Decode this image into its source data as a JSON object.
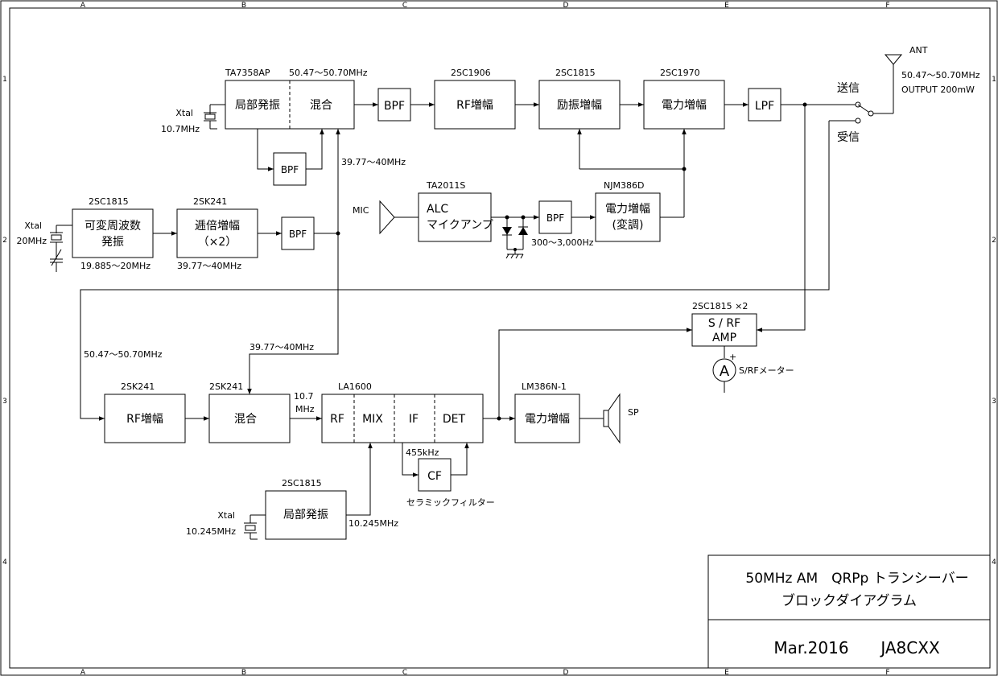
{
  "grid": {
    "columns": [
      "A",
      "B",
      "C",
      "D",
      "E",
      "F"
    ],
    "rows": [
      "1",
      "2",
      "3",
      "4"
    ]
  },
  "blocks": {
    "tx_osc_mix": {
      "part": "TA7358AP",
      "left": "局部発振",
      "right": "混合"
    },
    "tx_bpf1": {
      "label": "BPF"
    },
    "rf_amp_tx": {
      "part": "2SC1906",
      "label": "RF増幅"
    },
    "driver": {
      "part": "2SC1815",
      "label": "励振増幅"
    },
    "power_tx": {
      "part": "2SC1970",
      "label": "電力増幅"
    },
    "lpf": {
      "label": "LPF"
    },
    "lo_bpf": {
      "label": "BPF"
    },
    "vfo": {
      "part": "2SC1815",
      "line1": "可変周波数",
      "line2": "発振",
      "freq": "19.885～20MHz"
    },
    "doubler": {
      "part": "2SK241",
      "line1": "逓倍増幅",
      "line2": "（×2）",
      "freq": "39.77～40MHz"
    },
    "vfo_bpf": {
      "label": "BPF"
    },
    "alc": {
      "part": "TA2011S",
      "line1": "ALC",
      "line2": "マイクアンプ"
    },
    "mic_bpf": {
      "label": "BPF",
      "freq": "300～3,000Hz"
    },
    "modulator": {
      "part": "NJM386D",
      "line1": "電力増幅",
      "line2": "(変調)"
    },
    "meter_amp": {
      "part": "2SC1815 ×2",
      "line1": "S / RF",
      "line2": "AMP"
    },
    "rf_amp_rx": {
      "part": "2SK241",
      "label": "RF増幅"
    },
    "mixer_rx": {
      "part": "2SK241",
      "label": "混合"
    },
    "la1600": {
      "part": "LA1600",
      "s1": "RF",
      "s2": "MIX",
      "s3": "IF",
      "s4": "DET"
    },
    "af_amp": {
      "part": "LM386N-1",
      "label": "電力増幅"
    },
    "cf": {
      "label": "CF",
      "freq": "455kHz",
      "name": "セラミックフィルター"
    },
    "lo_rx": {
      "part": "2SC1815",
      "label": "局部発振",
      "freq": "10.245MHz"
    }
  },
  "labels": {
    "xtal1": "Xtal",
    "xtal1_freq": "10.7MHz",
    "xtal2": "Xtal",
    "xtal2_freq": "20MHz",
    "xtal3": "Xtal",
    "xtal3_freq": "10.245MHz",
    "tx_freq": "50.47～50.70MHz",
    "lo_freq": "39.77～40MHz",
    "rx_in_freq": "50.47～50.70MHz",
    "rx_lo_freq": "39.77～40MHz",
    "if1": "10.7",
    "if1_unit": "MHz",
    "mic": "MIC",
    "ant": "ANT",
    "ant_freq": "50.47～50.70MHz",
    "ant_output": "OUTPUT 200mW",
    "tx": "送信",
    "rx": "受信",
    "meter_symbol": "A",
    "meter_plus": "+",
    "meter_name": "S/RFメーター",
    "sp": "SP"
  },
  "title_block": {
    "title1": "50MHz AM　QRPp トランシーバー",
    "title2": "ブロックダイアグラム",
    "date": "Mar.2016",
    "author": "JA8CXX"
  }
}
